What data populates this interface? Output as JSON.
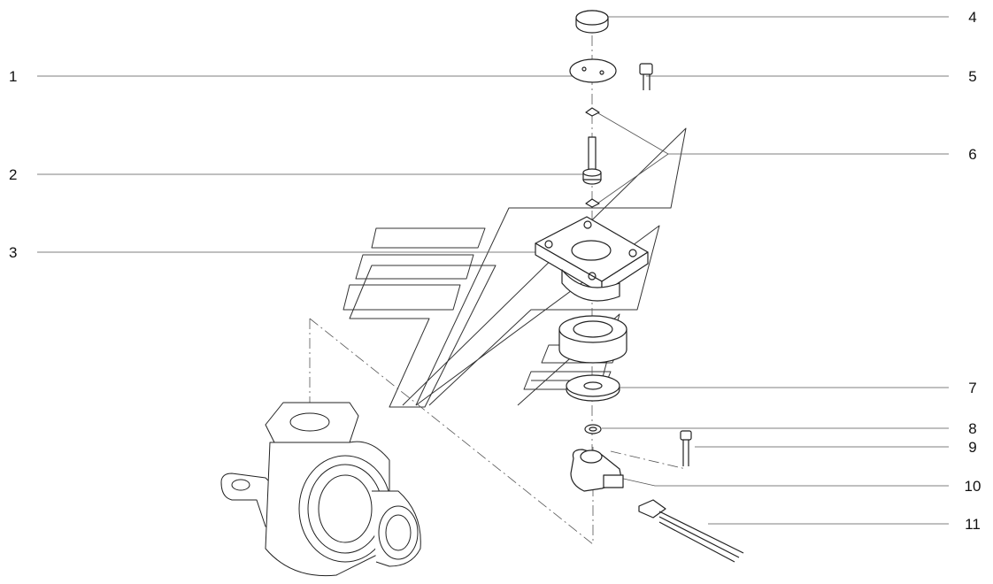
{
  "diagram": {
    "callouts": [
      {
        "id": "1",
        "label": "1"
      },
      {
        "id": "2",
        "label": "2"
      },
      {
        "id": "3",
        "label": "3"
      },
      {
        "id": "4",
        "label": "4"
      },
      {
        "id": "5",
        "label": "5"
      },
      {
        "id": "6",
        "label": "6"
      },
      {
        "id": "7",
        "label": "7"
      },
      {
        "id": "8",
        "label": "8"
      },
      {
        "id": "9",
        "label": "9"
      },
      {
        "id": "10",
        "label": "10"
      },
      {
        "id": "11",
        "label": "11"
      }
    ],
    "colors": {
      "line": "#222222",
      "leader": "#444444",
      "fill": "#ffffff",
      "shade": "#d9d9d9"
    }
  }
}
